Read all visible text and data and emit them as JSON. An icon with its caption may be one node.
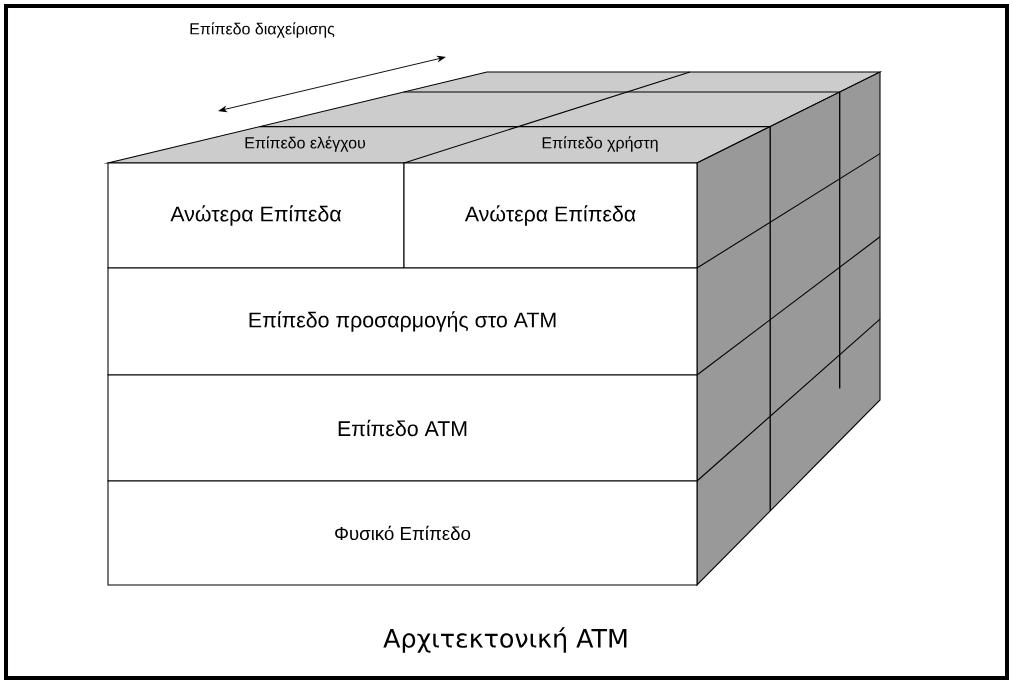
{
  "diagram": {
    "caption": "Αρχιτεκτονική ATM",
    "nodes": [
      {
        "text": [
          "Ανώτερα Επίπεδα"
        ]
      },
      {
        "text": [
          "Ανώτερα Επίπεδα"
        ]
      },
      {
        "text": [
          "Επίπεδο προσαρμογής στο ATM"
        ]
      },
      {
        "text": [
          "Επίπεδο ATM"
        ]
      },
      {
        "text": [
          "Φυσικό Επίπεδο"
        ]
      }
    ],
    "edges": [],
    "labels": [
      "Επίπεδο διαχείρισης",
      "Επίπεδο ελέγχου",
      "Επίπεδο χρήστη"
    ]
  }
}
